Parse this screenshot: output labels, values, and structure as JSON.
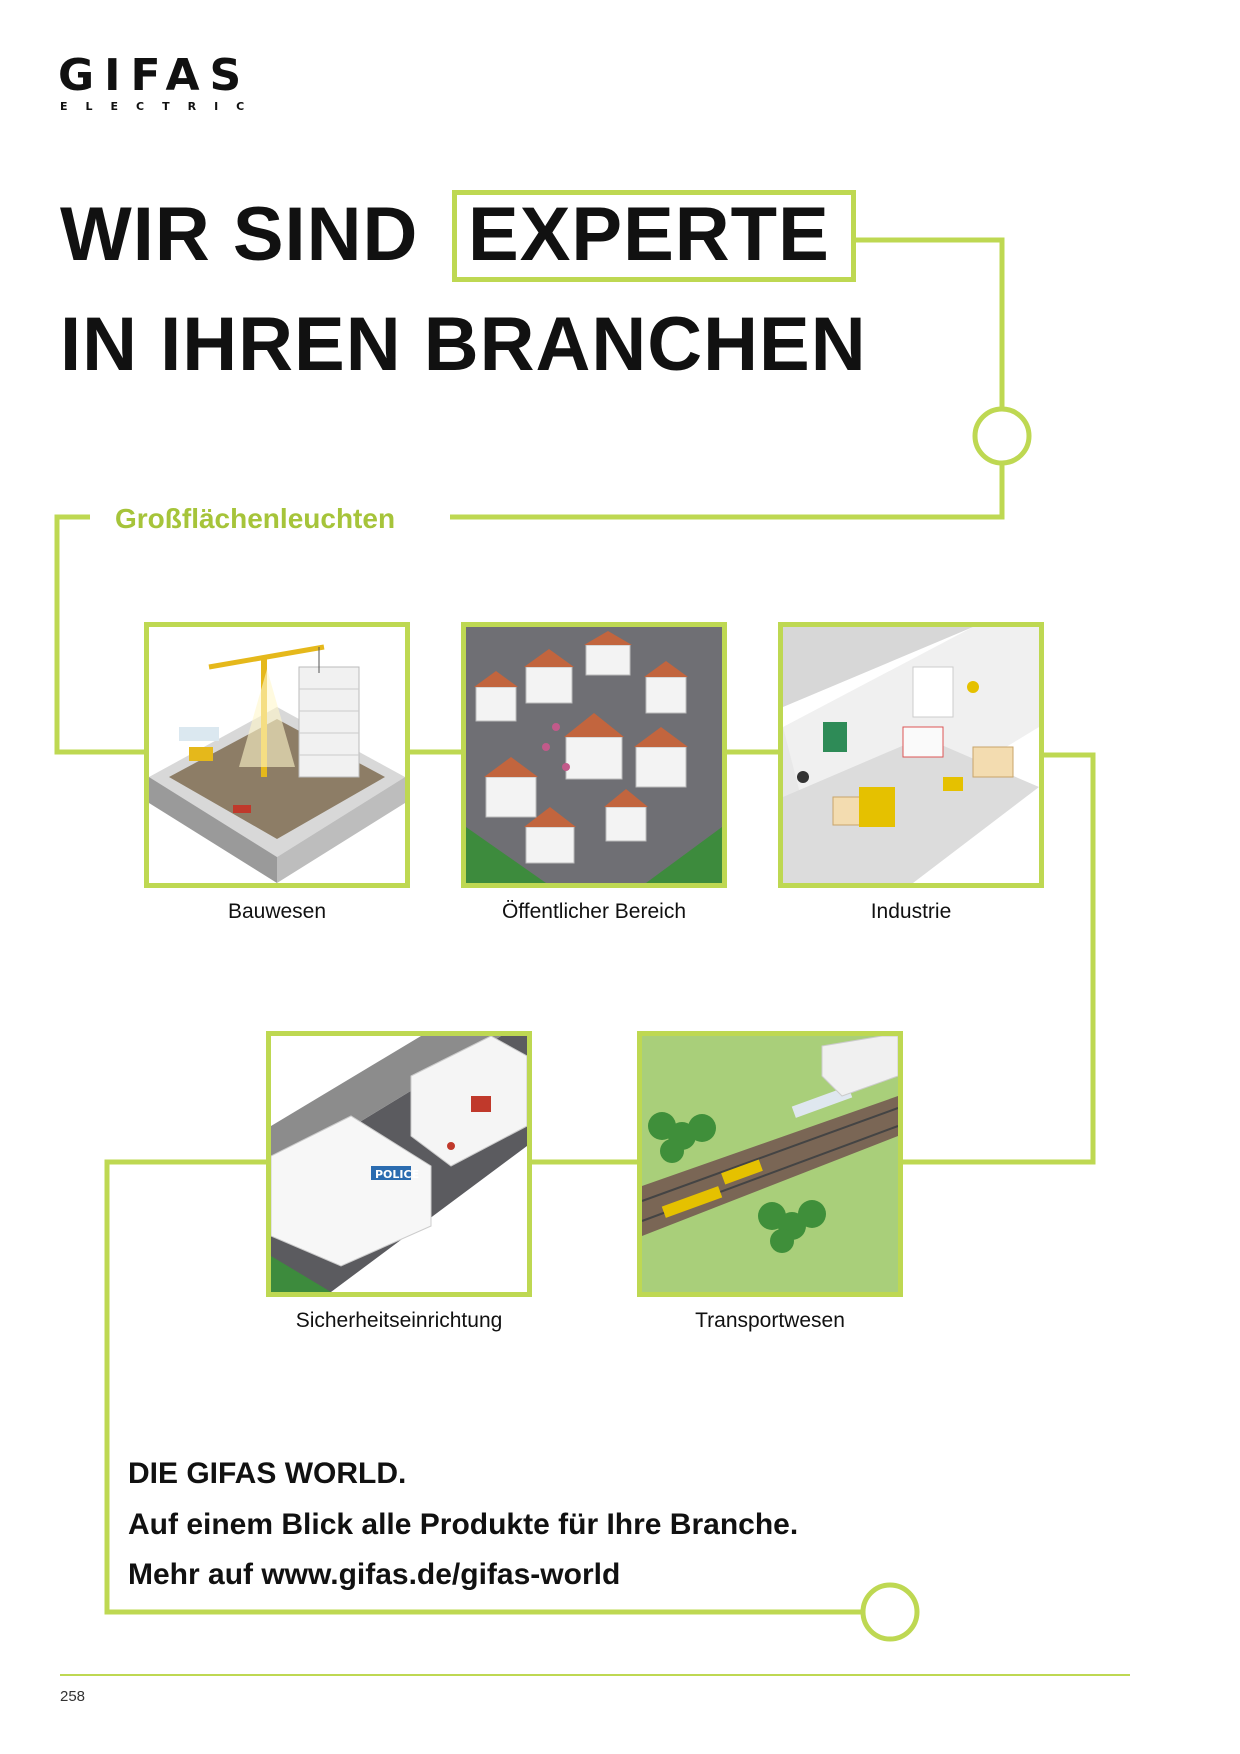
{
  "brand": {
    "name": "GIFAS",
    "sub": "ELECTRIC"
  },
  "headline": {
    "part1": "WIR SIND",
    "highlight": "EXPERTE",
    "line2": "IN IHREN BRANCHEN"
  },
  "category": "Großflächenleuchten",
  "tiles": [
    {
      "label": "Bauwesen",
      "icon": "construction-site-illustration"
    },
    {
      "label": "Öffentlicher Bereich",
      "icon": "city-illustration"
    },
    {
      "label": "Industrie",
      "icon": "warehouse-illustration"
    },
    {
      "label": "Sicherheitseinrichtung",
      "icon": "police-station-illustration",
      "sign": "POLICE"
    },
    {
      "label": "Transportwesen",
      "icon": "railway-illustration"
    }
  ],
  "footer": {
    "line1": "DIE GIFAS WORLD.",
    "line2": "Auf einem Blick alle Produkte für Ihre Branche.",
    "line3": "Mehr auf www.gifas.de/gifas-world"
  },
  "page_number": "258",
  "colors": {
    "accent": "#bed852",
    "accent_text": "#a6c43a",
    "text": "#111111"
  }
}
